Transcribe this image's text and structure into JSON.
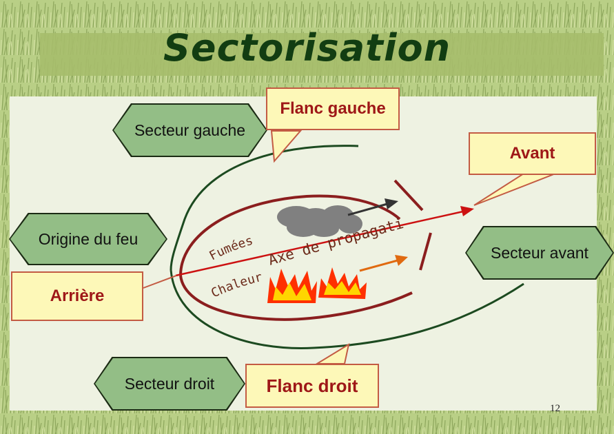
{
  "title": "Sectorisation",
  "page_number": "12",
  "sectors": {
    "left": "Secteur gauche",
    "origin": "Origine du feu",
    "right": "Secteur droit",
    "front": "Secteur avant"
  },
  "callouts": {
    "left_flank": "Flanc gauche",
    "front": "Avant",
    "rear": "Arrière",
    "right_flank": "Flanc droit"
  },
  "labels": {
    "smoke": "Fumées",
    "heat": "Chaleur",
    "axis": "Axe de propagation"
  },
  "colors": {
    "hexagon": "#93be86",
    "callout": "#fdf8b8",
    "callout_border": "#c35b43",
    "fire_outline": "#8b1e1e",
    "outer_contour": "#1c4a20",
    "axis_arrow": "#cc1111",
    "heat_arrow": "#e06a10",
    "flame": "#ff3000"
  }
}
